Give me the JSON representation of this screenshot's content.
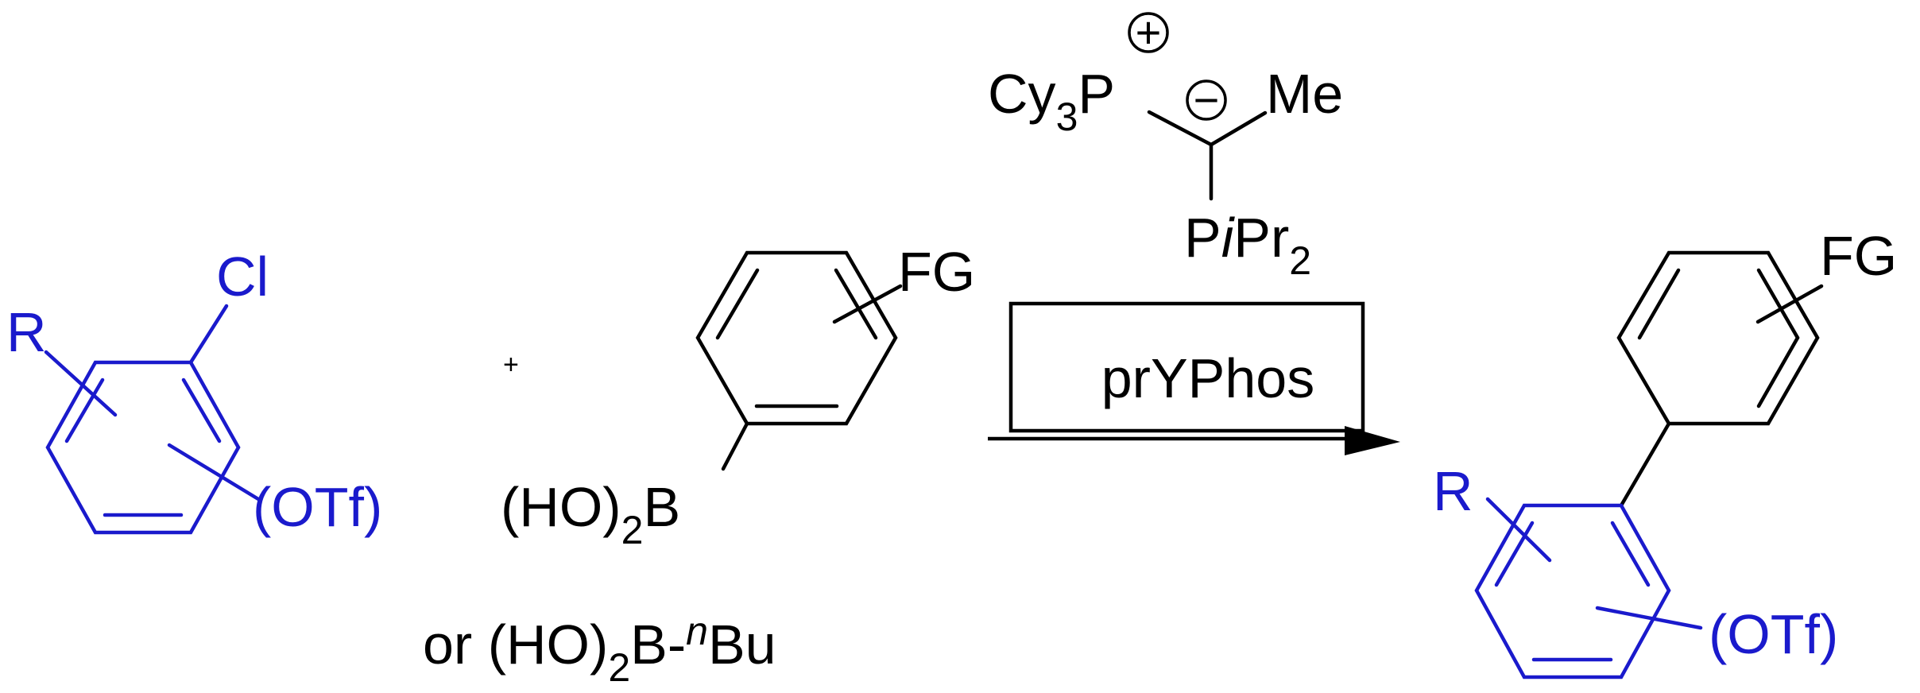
{
  "reactant_aryl": {
    "substituent_r": "R",
    "halide": "Cl",
    "triflate": "(OTf)"
  },
  "plus_sign": "+",
  "boronic_acid": {
    "functional_group": "FG",
    "boron_prefix": "(HO)",
    "boron_subscript": "2",
    "boron_atom": "B"
  },
  "alternative_reagent": {
    "or_text": "or (HO)",
    "subscript": "2",
    "after_sub": "B-",
    "n_prefix": "n",
    "butyl": "Bu"
  },
  "ligand": {
    "cy": "Cy",
    "cy_subscript": "3",
    "p_atom": "P",
    "plus_charge": "+",
    "minus_charge": "−",
    "methyl": "Me",
    "p_atom_2": "P",
    "iso_prefix": "i",
    "propyl": "Pr",
    "propyl_subscript": "2",
    "name": "prYPhos"
  },
  "product": {
    "substituent_r": "R",
    "functional_group": "FG",
    "triflate": "(OTf)"
  },
  "colors": {
    "highlight": "#1a1acc",
    "ink": "#000000"
  }
}
